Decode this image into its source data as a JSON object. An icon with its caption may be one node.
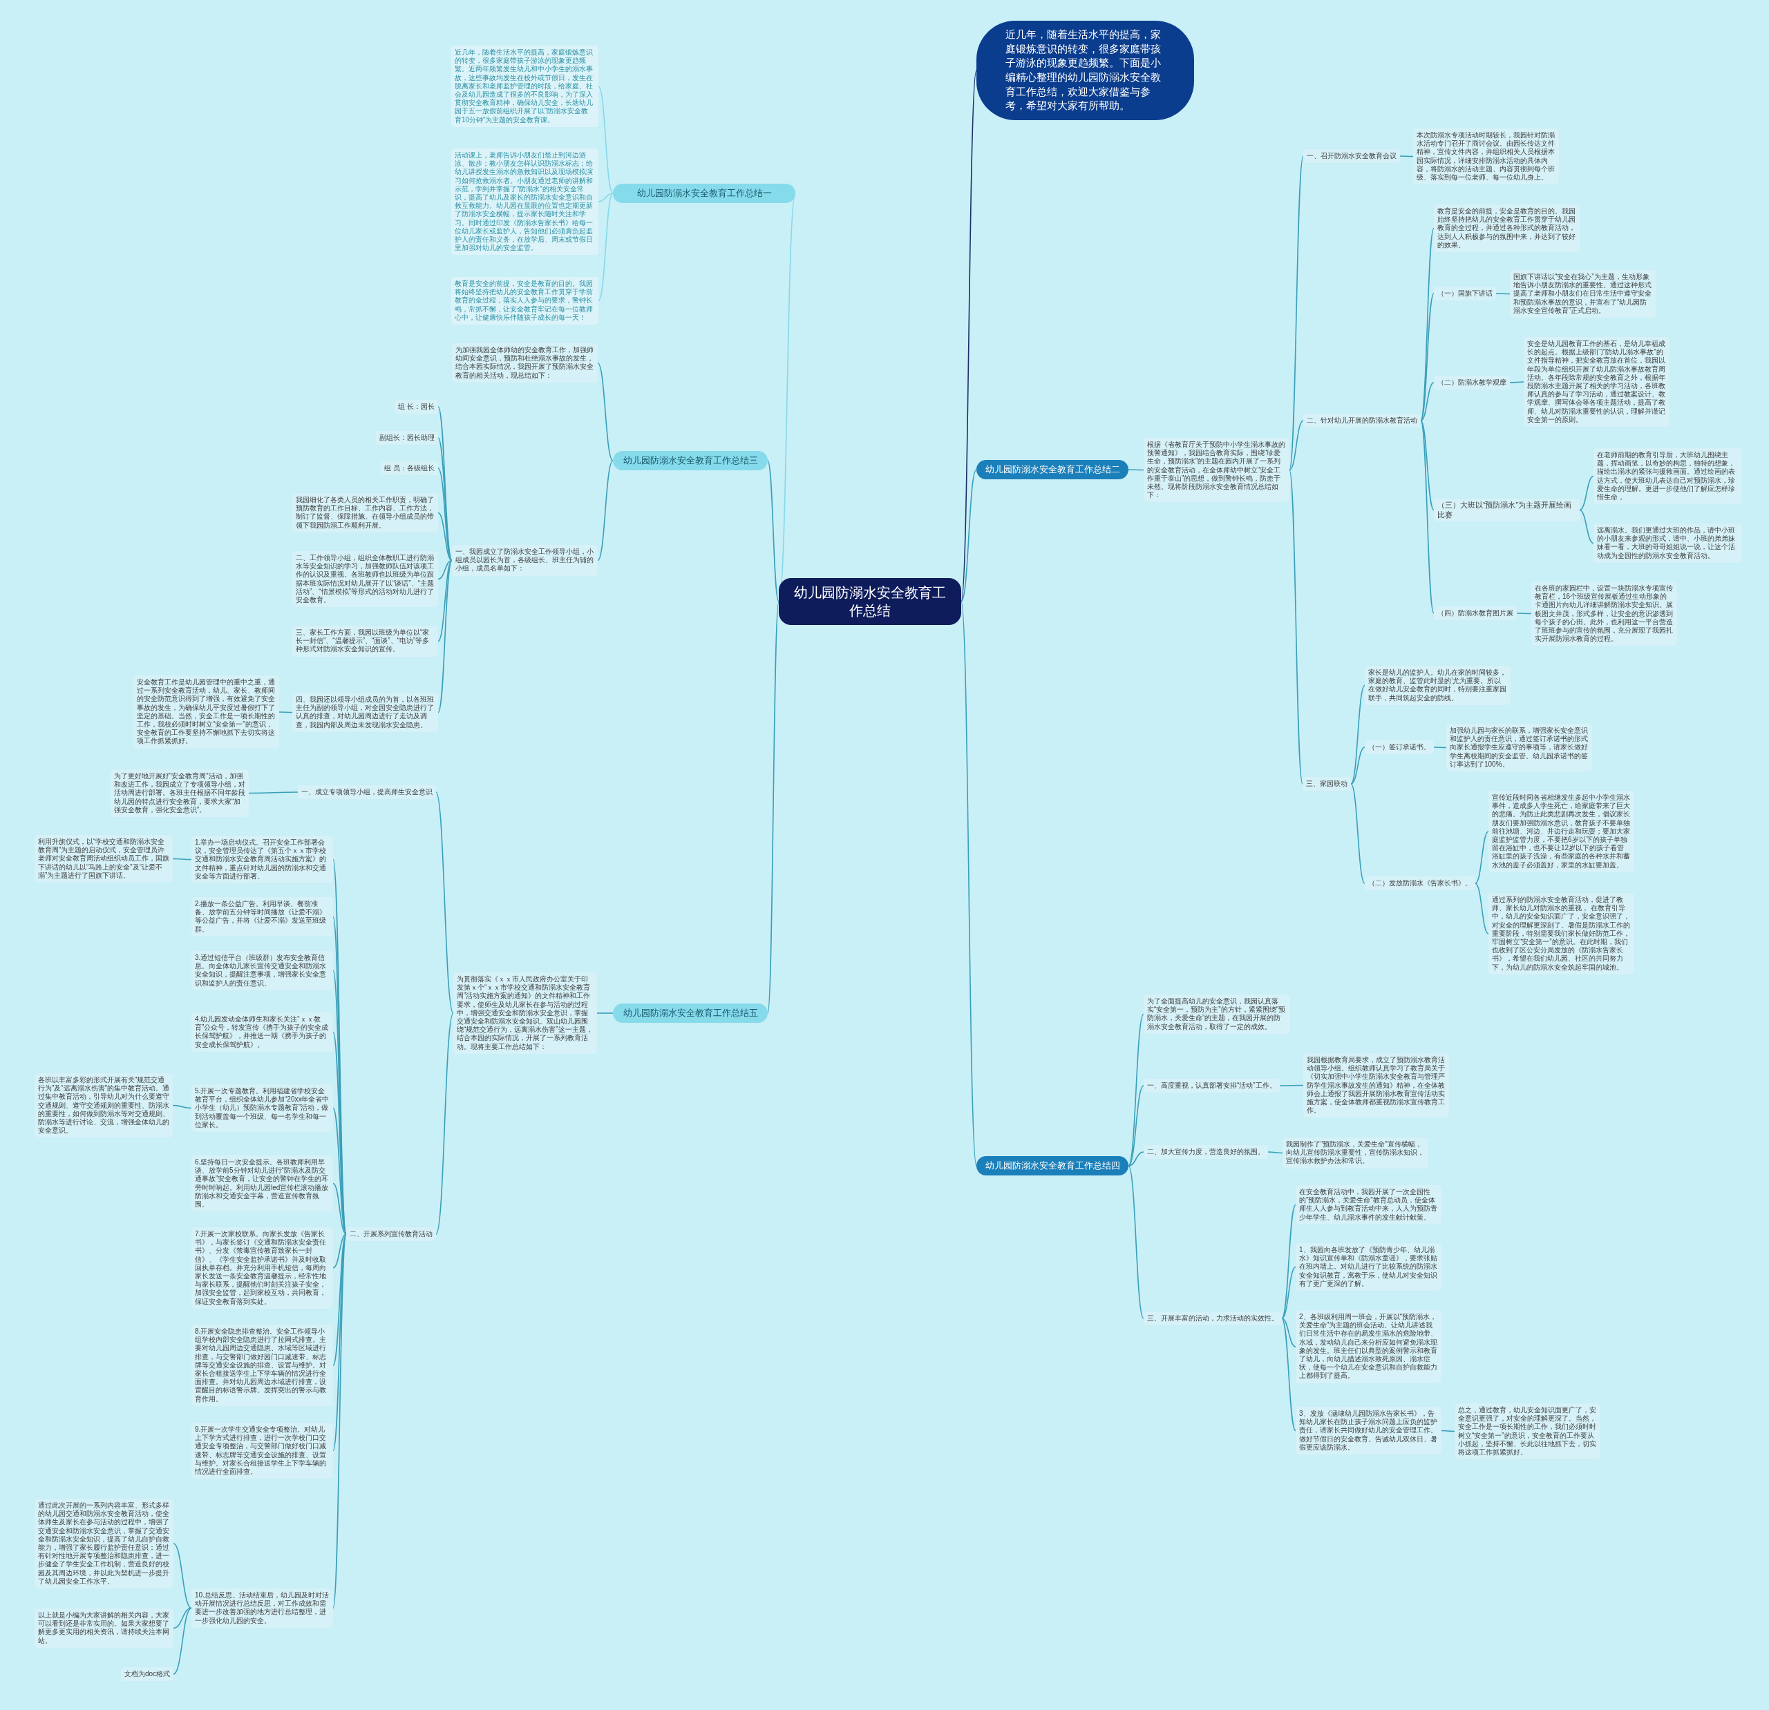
{
  "diagram": {
    "nodes": [
      {
        "text": [
          "幼儿园防溺水安全教育工作总结"
        ]
      },
      {
        "text": [
          "近几年，随着生活水平的提高，家庭锻炼意识的转变，很多家庭带孩子游泳的现象更趋频繁。下面是小编精心整理的幼儿园防溺水安全教育工作总结，欢迎大家借鉴与参考，希望对大家有所帮助。"
        ]
      },
      {
        "text": [
          "幼儿园防溺水安全教育工作总结一"
        ]
      },
      {
        "text": [
          "近几年，随着生活水平的提高，家庭锻炼意识的转变，很多家庭带孩子游泳的现象更趋频繁。近两年频繁发生幼儿和中小学生的溺水事故，这些事故均发生在校外或节假日，发生在脱离家长和老师监护管理的时段，给家庭、社会及幼儿园造成了很多的不良影响，为了深入贯彻安全教育精神，确保幼儿安全，长塘幼儿园于五一放假前组织开展了以“防溺水安全教育10分钟”为主题的安全教育课。"
        ]
      },
      {
        "text": [
          "活动课上，老师告诉小朋友们禁止到河边游泳、散步；教小朋友怎样认识防溺水标志；给幼儿讲授发生溺水的急救知识以及现场模拟演习如何抢救溺水者。小朋友通过老师的讲解和示范，学到并掌握了“防溺水”的相关安全常识，提高了幼儿及家长的防溺水安全意识和自救互救能力。幼儿园在显眼的位置也定期更新了防溺水安全横幅，提示家长随时关注和学习。同时通过印发《防溺水告家长书》给每一位幼儿家长或监护人，告知他们必须肩负起监护人的责任和义务，在放学后、周末或节假日里加强对幼儿的安全监管。"
        ]
      },
      {
        "text": [
          "教育是安全的前提，安全是教育的目的。我园将始终坚持把幼儿的安全教育工作贯穿于学前教育的全过程，落实人人参与的要求，警钟长鸣，常抓不懈，让安全教育牢记在每一位教师心中，让健康快乐伴随孩子成长的每一天！"
        ]
      },
      {
        "text": [
          "幼儿园防溺水安全教育工作总结二"
        ]
      },
      {
        "text": [
          "根据《省教育厅关于预防中小学生溺水事故的预警通知》，我园结合教育实际，围绕“珍爱生命，预防溺水”的主题在园内开展了一系列的安全教育活动，在全体师幼中树立“安全工作重于泰山”的思想，做到警钟长鸣，防患于未然。现将阶段防溺水安全教育情况总结如下："
        ]
      },
      {
        "text": [
          "一、召开防溺水安全教育会议"
        ]
      },
      {
        "text": [
          "本次防溺水专项活动时期较长，我园针对防溺水活动专门召开了商讨会议。由园长传达文件精神，宣传文件内容，并组织相关人员根据本园实际情况，详细安排防溺水活动的具体内容，将防溺水的活动主题、内容贯彻到每个班级、落实到每一位老师、每一位幼儿身上。"
        ]
      },
      {
        "text": [
          "二、针对幼儿开展的防溺水教育活动"
        ]
      },
      {
        "text": [
          "教育是安全的前提，安全是教育的目的。我园始终坚持把幼儿的安全教育工作贯穿于幼儿园教育的全过程，并通过各种形式的教育活动，达到人人积极参与的氛围中来，并达到了较好的效果。"
        ]
      },
      {
        "text": [
          "（一）国旗下讲话"
        ]
      },
      {
        "text": [
          "国旗下讲话以“安全在我心”为主题，生动形象地告诉小朋友防溺水的重要性。通过这种形式提高了老师和小朋友们在日常生活中遵守安全和预防溺水事故的意识，并宣布了“幼儿园防溺水安全宣传教育”正式启动。"
        ]
      },
      {
        "text": [
          "（二）防溺水教学观摩"
        ]
      },
      {
        "text": [
          "安全是幼儿园教育工作的基石，是幼儿幸福成长的起点。根据上级部门“防幼儿溺水事故”的文件指导精神，把安全教育放在首位，我园以年段为单位组织开展了幼儿防溺水事故教育周活动。各年段除常规的安全教育之外，根据年段防溺水主题开展了相关的学习活动，各班教师认真的参与了学习活动，通过教案设计、教学观摩、撰写体会等各项主题活动，提高了教师、幼儿对防溺水重要性的认识，理解并谨记安全第一的原则。"
        ]
      },
      {
        "text": [
          "（三）大班以“预防溺水”为主题开展绘画比赛"
        ]
      },
      {
        "text": [
          "在老师前期的教育引导后，大班幼儿围绕主题，挥动画笔，以奇妙的构思，独特的想象，描绘出溺水的紧张与援救画面。通过绘画的表达方式，使大班幼儿表达自己对预防溺水，珍爱生命的理解。更进一步使他们了解应怎样珍惜生命，"
        ]
      },
      {
        "text": [
          "远离溺水。我们更通过大班的作品，请中小班的小朋友来参观的形式，请中、小班的弟弟妹妹看一看，大班的哥哥姐姐说一说，让这个活动成为全园性的防溺水安全教育活动。"
        ]
      },
      {
        "text": [
          "（四）防溺水教育图片展"
        ]
      },
      {
        "text": [
          "在各班的家园栏中，设置一块防溺水专项宣传教育栏，16个班级宣传展板通过生动形象的卡通图片向幼儿详细讲解防溺水安全知识。展板图文并茂，形式多样，让安全的意识渗透到每个孩子的心田。此外，也利用这一平台营造了班班参与的宣传的氛围，充分展现了我园扎实开展防溺水教育的过程。"
        ]
      },
      {
        "text": [
          "三、家园联动"
        ]
      },
      {
        "text": [
          "家长是幼儿的监护人。幼儿在家的时间较多，家庭的教育、监管此时显的’尤为重要。所以在做好幼儿安全教育的同时，特别要注重家园联手，共同筑起安全的防线。"
        ]
      },
      {
        "text": [
          "（一）签订承诺书。"
        ]
      },
      {
        "text": [
          "加强幼儿园与家长的联系，增强家长安全意识和监护人的责任意识，通过签订承诺书的形式向家长通报学生应遵守的事项等，请家长做好学生离校期间的安全监管。幼儿园承诺书的签订率达到了100%。"
        ]
      },
      {
        "text": [
          "（二）发放防溺水《告家长书》。"
        ]
      },
      {
        "text": [
          "宣传近段时间各省相继发生多起中小学生溺水事件，造成多人学生死亡，给家庭带来了巨大的悲痛。为防止此类悲剧再次发生，倡议家长朋友们要加强防溺水意识，教育孩子不要单独前往池塘、河边、井边行走和玩耍；要加大家庭监护监管力度，不要把6岁以下的孩子单独留在浴缸中，也不要让12岁以下的孩子看管浴缸里的孩子洗澡，有些家庭的各种水井和蓄水池的盖子必须盖好，家里的水缸要加盖。"
        ]
      },
      {
        "text": [
          "通过系列的防溺水安全教育活动，促进了教师、家长幼儿对防溺水的重视， 在教育引导中，幼儿的安全知识面广了，安全意识强了，对安全的理解更深刻了。暑假是防溺水工作的重要阶段，特别需要我们家长做好防范工作，牢固树立“安全第一”的意识。在此时期，我们也收到了区公安分局发放的《防溺水告家长书》，希望在我们幼儿园、社区的共同努力下，为幼儿的防溺水安全筑起牢固的城池。"
        ]
      },
      {
        "text": [
          "幼儿园防溺水安全教育工作总结三"
        ]
      },
      {
        "text": [
          "为加强我园全体师幼的安全教育工作，加强师幼间安全意识，预防和杜绝溺水事故的发生，结合本园实际情况，我园开展了预防溺水安全教育的相关活动，现总结如下："
        ]
      },
      {
        "text": [
          "一、我园成立了防溺水安全工作领导小组，小组成员以园长为首，各级组长、班主任为辅的小组，成员名单如下："
        ]
      },
      {
        "text": [
          "组 长：园长"
        ]
      },
      {
        "text": [
          "副组长：园长助理"
        ]
      },
      {
        "text": [
          "组 员：各级组长"
        ]
      },
      {
        "text": [
          "我园细化了各类人员的相关工作职责，明确了预防教育的工作目标、工作内容、工作方法，制订了监督、保障措施。在领导小组成员的带领下我园防溺工作顺利开展。"
        ]
      },
      {
        "text": [
          "二、工作领导小组，组织全体教职工进行防溺水等安全知识的学习，加强教师队伍对该项工作的认识及重视。各班教师也以班级为单位跟据本班实际情况对幼儿展开了以“谈话”、“主题活动”、“情景模拟”等形式的活动对幼儿进行了安全教育。"
        ]
      },
      {
        "text": [
          "三、家长工作方面，我园以班级为单位以“家长一封信”、“温馨提示”、“面谈”、“电访”等多种形式对防溺水安全知识的宣传。"
        ]
      },
      {
        "text": [
          "四、我园还以领导小组成员的为首，以各班班主任为副的领导小组，对全园安全隐患进行了认真的排查，对幼儿园周边进行了走访及调查，我园内部及周边未发现溺水安全隐患。"
        ]
      },
      {
        "text": [
          "安全教育工作是幼儿园管理中的重中之重，通过一系列安全教育活动，幼儿、家长、教师间的安全防范意识得到了增强，有效避免了安全事故的发生，为确保幼儿平安度过暑假打下了坚定的基础。当然，安全工作是一项长期性的工作，我校必须时时树立“安全第一”的意识，安全教育的工作要坚持不懈地抓下去切实将这项工作抓紧抓好。"
        ]
      },
      {
        "text": [
          "幼儿园防溺水安全教育工作总结四"
        ]
      },
      {
        "text": [
          "为了全面提高幼儿的安全意识，我园认真落实“安全第一，预防为主”的方针，紧紧围绕“预防溺水，关爱生命”的主题，在我园开展的防溺水安全教育活动，取得了一定的成效。"
        ]
      },
      {
        "text": [
          "一、高度重视，认真部署安排“活动”工作。"
        ]
      },
      {
        "text": [
          "我园根据教育局要求，成立了预防溺水教育活动领导小组。组织教师认真学习了教育局关于《切实加强中小学生防溺水安全教育与管理严防学生溺水事故发生的通知》精神，在全体教师会上通报了我园开展防溺水教育宣传活动实施方案，使全体教师都重视防溺水宣传教育工作。"
        ]
      },
      {
        "text": [
          "二、加大宣传力度，营造良好的氛围。"
        ]
      },
      {
        "text": [
          "我园制作了“预防溺水，关爱生命”宣传横幅，向幼儿宣传防溺水重要性，宣传防溺水知识，宣传溺水救护办法和常识。"
        ]
      },
      {
        "text": [
          "三、开展丰富的活动，力求活动的实效性。"
        ]
      },
      {
        "text": [
          "在安全教育活动中，我园开展了一次全园性的“预防溺水，关爱生命”教育总动员，使全体师生人人参与到教育活动中来，人人为预防青少年学生、幼儿溺水事件的发生献计献策。"
        ]
      },
      {
        "text": [
          "1、我园向各班发放了《预防青少年、幼儿溺水》知识宣传单和《防溺水童谣》，要求张贴在班内墙上。对幼儿进行了比较系统的防溺水安全知识教育，寓教于乐，使幼儿对安全知识有了更广更深的了解。"
        ]
      },
      {
        "text": [
          "2、各班级利用周一班会，开展以“预防溺水，关爱生命”为主题的班会活动。让幼儿讲述我们日常生活中存在的易发生溺水的危险地带、水域，发动幼儿自己来分析应如何避免溺水现象的发生。班主任们以典型的案例警示和教育了幼儿，向幼儿描述溺水致死原因、溺水症状，使每一个幼儿在安全意识和自护自救能力上都得到了提高。"
        ]
      },
      {
        "text": [
          "3、发放《涵埭幼儿园防溺水告家长书》，告知幼儿家长在防止孩子溺水问题上应负的监护责任，请家长共同做好幼儿的安全管理工作。做好节假日的安全教育。告诫幼儿双休日、暑假更应该防溺水。"
        ]
      },
      {
        "text": [
          "总之，通过教育，幼儿安全知识面更广了，安全意识更强了，对安全的理解更深了。当然，安全工作是一项长期性的工作，我们必须时时树立“安全第一”的意识，安全教育的工作要从小抓起，坚持不懈、长此以往地抓下去，切实将这项工作抓紧抓好。"
        ]
      },
      {
        "text": [
          "幼儿园防溺水安全教育工作总结五"
        ]
      },
      {
        "text": [
          "为贯彻落实《ｘｘ市人民政府办公室关于印发第ｘ个“ｘｘ市学校交通和防溺水安全教育周”活动实施方案的通知》的文件精神和工作要求，使师生及幼儿家长在参与活动的过程中，增强交通安全和防溺水安全意识，掌握交通安全和防溺水安全知识。双山幼儿园围绕“规范交通行为，远离溺水伤害”这一主题，结合本园的实际情况，开展了一系列教育活动。现将主要工作总结如下："
        ]
      },
      {
        "text": [
          "一、成立专项领导小组，提高师生安全意识"
        ]
      },
      {
        "text": [
          "为了更好地开展好“安全教育周”活动，加强和改进工作，我园成立了专项领导小组，对活动周进行部署。各班主任根据不同年龄段幼儿园的特点进行安全教育，要求大家“加强安全教育，强化安全意识”。"
        ]
      },
      {
        "text": [
          "二、开展系列宣传教育活动"
        ]
      },
      {
        "text": [
          "1.举办一场启动仪式。召开安全工作部署会议，安全管理员传达了《第五个ｘｘ市学校交通和防溺水安全教育周活动实施方案》的文件精神，重点针对幼儿园的防溺水和交通安全等方面进行部署。"
        ]
      },
      {
        "text": [
          "利用升旗仪式，以“学校交通和防溺水安全教育周”为主题的启动仪式，安全管理员许老师对安全教育周活动组织动员工作，国旗下讲话的幼儿以“马路上的安全”及“让爱不溺”为主题进行了国旗下讲话。"
        ]
      },
      {
        "text": [
          "2.播放一条公益广告。利用早谈、餐前准备、放学前五分钟等时间播放《让爱不溺》等公益广告，并将《让爱不溺》发送至班级群。"
        ]
      },
      {
        "text": [
          "3.通过短信平台（班级群）发布安全教育信息。向全体幼儿家长宣传交通安全和防溺水安全知识，提醒注意事项，增强家长安全意识和监护人的责任意识。"
        ]
      },
      {
        "text": [
          "4.幼儿园发动全体师生和家长关注“ｘｘ教育”公众号，转发宣传《携手为孩子的安全成长保驾护航》，并推送一期《携手为孩子的安全成长保驾护航》。"
        ]
      },
      {
        "text": [
          "5.开展一次专题教育。利用福建省学校安全教育平台，组织全体幼儿参加“20xx年全省中小学生（幼儿）预防溺水专题教育”活动，做到活动覆盖每一个班级、每一名学生和每一位家长。"
        ]
      },
      {
        "text": [
          "各班以丰富多彩的形式开展有关“规范交通行为”及“远离溺水伤害”的集中教育活动。通过集中教育活动，引导幼儿对为什么要遵守交通规则、遵守交通规则的重要性、防溺水的重要性，如何做到防溺水等对交通规则、防溺水等进行讨论、交流，增强全体幼儿的安全意识。"
        ]
      },
      {
        "text": [
          "6.坚持每日一次安全提示。各班教师利用早谈、放学前5分钟对幼儿进行“防溺水及防交通事故”安全教育，让安全的警钟在学生的耳旁时时响起。利用幼儿园led宣传栏滚动播放防溺水和交通安全字幕，营造宣传教育氛围。"
        ]
      },
      {
        "text": [
          "7.开展一次家校联系。向家长发放《告家长书》，与家长签订《交通和防溺水安全责任书》、分发《禁毒宣传教育致家长一封信》、《学生安全监护承诺书》并及时收取回执单存档。并充分利用手机短信，每周向家长发送一条安全教育温馨提示，经常性地与家长联系，提醒他们时刻关注孩子安全，加强安全监管，起到家校互动，共同教育，保证安全教育落到实处。"
        ]
      },
      {
        "text": [
          "8.开展安全隐患排查整治。安全工作领导小组学校内部安全隐患进行了拉网式排查。主要对幼儿园周边交通隐患、水域等区域进行排查，与交警部门做好园门口减速带、标志牌等交通安全设施的排查、设置与维护。对家长合租接送学生上下学车辆的情况进行全面排查。并对幼儿园周边水域进行排查，设置醒目的标语警示牌。发挥突出的警示与教育作用。"
        ]
      },
      {
        "text": [
          "9.开展一次学生交通安全专项整治。对幼儿上下学方式进行排查，进行一次学校门口交通安全专项整治，与交警部门做好校门口减速带、标志牌等交通安全设施的排查、设置与维护。对家长合租接送学生上下学车辆的情况进行全面排查。"
        ]
      },
      {
        "text": [
          "10.总结反思。活动结束后，幼儿园及时对活动开展情况进行总结反思，对工作成效和需要进一步改善加强的地方进行总结整理，进一步强化幼儿园的安全。"
        ]
      },
      {
        "text": [
          "通过此次开展的一系列内容丰富、形式多样的幼儿园交通和防溺水安全教育活动，使全体师生及家长在参与活动的过程中，增强了交通安全和防溺水安全意识，掌握了交通安全和防溺水安全知识，提高了幼儿自护自救能力，增强了家长履行监护责任意识；通过有针对性地开展专项整治和隐患排查，进一步健全了学生安全工作机制，营造良好的校园及其周边环境，并以此为契机进一步提升了幼儿园安全工作水平。"
        ]
      },
      {
        "text": [
          "以上就是小编为大家讲解的相关内容，大家可以看到还是非常实用的。如果大家想要了解更多更实用的相关资讯，请持续关注本网站。"
        ]
      },
      {
        "text": [
          "文档为doc格式"
        ]
      }
    ],
    "edges": [
      {
        "from": 0,
        "to": 1,
        "arrow": "none",
        "color": "#1c2f66"
      },
      {
        "from": 0,
        "to": 2,
        "arrow": "none",
        "color": "#86d8e8"
      },
      {
        "from": 2,
        "to": 3,
        "arrow": "none",
        "color": "#86d8e8"
      },
      {
        "from": 2,
        "to": 4,
        "arrow": "none",
        "color": "#86d8e8"
      },
      {
        "from": 2,
        "to": 5,
        "arrow": "none",
        "color": "#86d8e8"
      },
      {
        "from": 0,
        "to": 6,
        "arrow": "none"
      },
      {
        "from": 6,
        "to": 7,
        "arrow": "none"
      },
      {
        "from": 7,
        "to": 8,
        "arrow": "none"
      },
      {
        "from": 8,
        "to": 9,
        "arrow": "none"
      },
      {
        "from": 7,
        "to": 10,
        "arrow": "none"
      },
      {
        "from": 10,
        "to": 11,
        "arrow": "none"
      },
      {
        "from": 10,
        "to": 12,
        "arrow": "none"
      },
      {
        "from": 12,
        "to": 13,
        "arrow": "none"
      },
      {
        "from": 10,
        "to": 14,
        "arrow": "none"
      },
      {
        "from": 14,
        "to": 15,
        "arrow": "none"
      },
      {
        "from": 10,
        "to": 16,
        "arrow": "none"
      },
      {
        "from": 16,
        "to": 17,
        "arrow": "none"
      },
      {
        "from": 16,
        "to": 18,
        "arrow": "none"
      },
      {
        "from": 10,
        "to": 19,
        "arrow": "none"
      },
      {
        "from": 19,
        "to": 20,
        "arrow": "none"
      },
      {
        "from": 7,
        "to": 21,
        "arrow": "none"
      },
      {
        "from": 21,
        "to": 22,
        "arrow": "none"
      },
      {
        "from": 21,
        "to": 23,
        "arrow": "none"
      },
      {
        "from": 23,
        "to": 24,
        "arrow": "none"
      },
      {
        "from": 21,
        "to": 25,
        "arrow": "none"
      },
      {
        "from": 25,
        "to": 26,
        "arrow": "none"
      },
      {
        "from": 25,
        "to": 27,
        "arrow": "none"
      },
      {
        "from": 0,
        "to": 28,
        "arrow": "none"
      },
      {
        "from": 28,
        "to": 29,
        "arrow": "none"
      },
      {
        "from": 28,
        "to": 30,
        "arrow": "none"
      },
      {
        "from": 30,
        "to": 31,
        "arrow": "none"
      },
      {
        "from": 30,
        "to": 32,
        "arrow": "none"
      },
      {
        "from": 30,
        "to": 33,
        "arrow": "none"
      },
      {
        "from": 30,
        "to": 34,
        "arrow": "none"
      },
      {
        "from": 30,
        "to": 35,
        "arrow": "none"
      },
      {
        "from": 30,
        "to": 36,
        "arrow": "none"
      },
      {
        "from": 30,
        "to": 37,
        "arrow": "none"
      },
      {
        "from": 37,
        "to": 38,
        "arrow": "none"
      },
      {
        "from": 0,
        "to": 39,
        "arrow": "none"
      },
      {
        "from": 39,
        "to": 40,
        "arrow": "none"
      },
      {
        "from": 39,
        "to": 41,
        "arrow": "none"
      },
      {
        "from": 41,
        "to": 42,
        "arrow": "none"
      },
      {
        "from": 39,
        "to": 43,
        "arrow": "none"
      },
      {
        "from": 43,
        "to": 44,
        "arrow": "none"
      },
      {
        "from": 39,
        "to": 45,
        "arrow": "none"
      },
      {
        "from": 45,
        "to": 46,
        "arrow": "none"
      },
      {
        "from": 45,
        "to": 47,
        "arrow": "none"
      },
      {
        "from": 45,
        "to": 48,
        "arrow": "none"
      },
      {
        "from": 45,
        "to": 49,
        "arrow": "none"
      },
      {
        "from": 49,
        "to": 50,
        "arrow": "none"
      },
      {
        "from": 0,
        "to": 51,
        "arrow": "none"
      },
      {
        "from": 51,
        "to": 52,
        "arrow": "none"
      },
      {
        "from": 52,
        "to": 53,
        "arrow": "none"
      },
      {
        "from": 53,
        "to": 54,
        "arrow": "none"
      },
      {
        "from": 52,
        "to": 55,
        "arrow": "none"
      },
      {
        "from": 55,
        "to": 56,
        "arrow": "none"
      },
      {
        "from": 56,
        "to": 57,
        "arrow": "none"
      },
      {
        "from": 55,
        "to": 58,
        "arrow": "none"
      },
      {
        "from": 55,
        "to": 59,
        "arrow": "none"
      },
      {
        "from": 55,
        "to": 60,
        "arrow": "none"
      },
      {
        "from": 55,
        "to": 61,
        "arrow": "none"
      },
      {
        "from": 61,
        "to": 62,
        "arrow": "none"
      },
      {
        "from": 55,
        "to": 63,
        "arrow": "none"
      },
      {
        "from": 55,
        "to": 64,
        "arrow": "none"
      },
      {
        "from": 55,
        "to": 65,
        "arrow": "none"
      },
      {
        "from": 55,
        "to": 66,
        "arrow": "none"
      },
      {
        "from": 55,
        "to": 67,
        "arrow": "none"
      },
      {
        "from": 67,
        "to": 68,
        "arrow": "none"
      },
      {
        "from": 67,
        "to": 69,
        "arrow": "none"
      },
      {
        "from": 67,
        "to": 70,
        "arrow": "none"
      }
    ]
  }
}
